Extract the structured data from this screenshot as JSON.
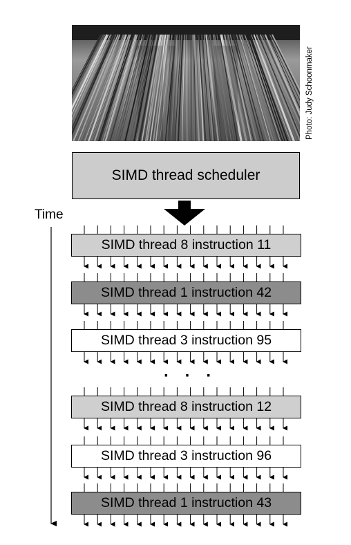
{
  "photo": {
    "credit": "Photo: Judy Schoonmaker",
    "description_icon": "loom-threads-photo"
  },
  "scheduler": {
    "label": "SIMD thread scheduler",
    "fill": "#cccccc"
  },
  "time_axis": {
    "label": "Time"
  },
  "ellipsis": "· · ·",
  "instructions": [
    {
      "label": "SIMD thread 8 instruction 11",
      "fill": "#cfcfcf"
    },
    {
      "label": "SIMD thread 1 instruction 42",
      "fill": "#8c8c8c"
    },
    {
      "label": "SIMD thread 3 instruction 95",
      "fill": "#ffffff"
    },
    {
      "label": "SIMD thread 8 instruction 12",
      "fill": "#cfcfcf"
    },
    {
      "label": "SIMD thread 3 instruction 96",
      "fill": "#ffffff"
    },
    {
      "label": "SIMD thread 1 instruction 43",
      "fill": "#8c8c8c"
    }
  ],
  "colors": {
    "arrow": "#000000",
    "border": "#000000"
  }
}
